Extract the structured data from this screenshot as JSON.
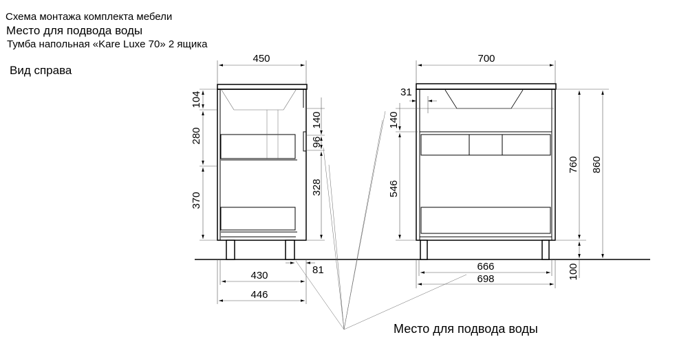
{
  "header": {
    "line1": "Схема монтажа комплекта мебели",
    "line2": "Место для подвода воды",
    "line3": "Тумба напольная «Kare Luxe 70» 2 ящика"
  },
  "side_view_label": "Вид справа",
  "water_label": "Место для подвода воды",
  "side_dims": {
    "width_top": "450",
    "d104": "104",
    "d280": "280",
    "d370": "370",
    "d140": "140",
    "d96": "96",
    "d328": "328",
    "d81": "81",
    "d430": "430",
    "d446": "446"
  },
  "front_dims": {
    "width_top": "700",
    "d31": "31",
    "d140": "140",
    "d546": "546",
    "d760": "760",
    "d860": "860",
    "d100": "100",
    "d666": "666",
    "d698": "698"
  }
}
